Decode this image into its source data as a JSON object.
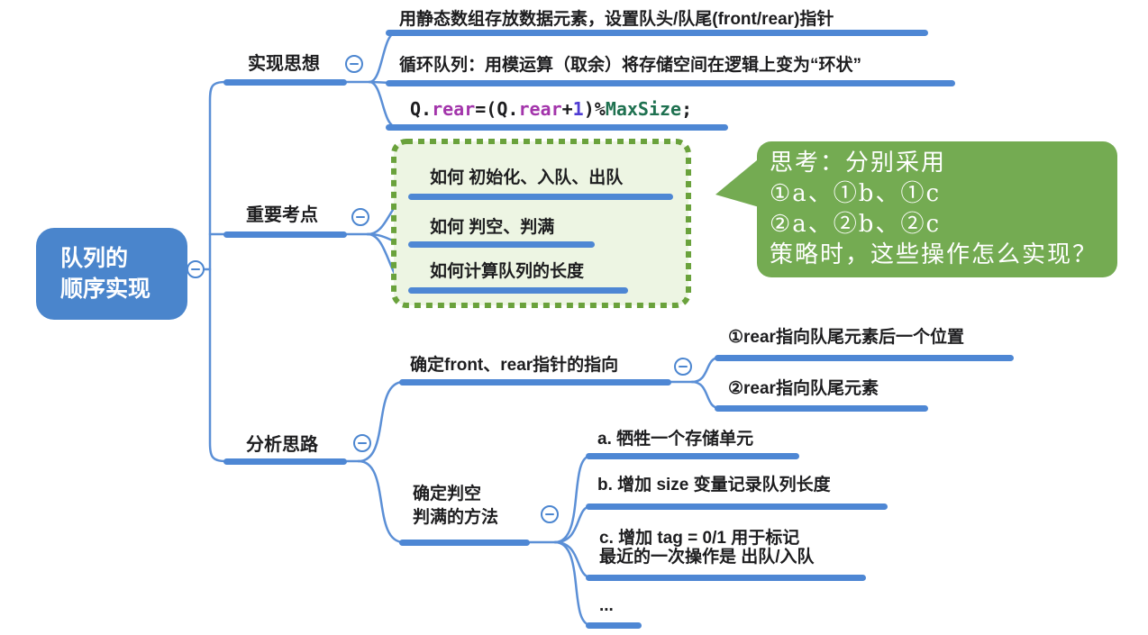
{
  "root": {
    "line1": "队列的",
    "line2": "顺序实现"
  },
  "branch_impl": {
    "label": "实现思想",
    "item1": "用静态数组存放数据元素，设置队头/队尾(front/rear)指针",
    "item2": "循环队列：用模运算（取余）将存储空间在逻辑上变为“环状”"
  },
  "code": {
    "p1": "Q.",
    "p2": "rear",
    "p3": "=(",
    "p4": "Q.",
    "p5": "rear",
    "p6": "+",
    "p7": "1",
    "p8": ")%",
    "p9": "MaxSize",
    "p10": ";"
  },
  "branch_exam": {
    "label": "重要考点",
    "item1": "如何 初始化、入队、出队",
    "item2": "如何 判空、判满",
    "item3": "如何计算队列的长度"
  },
  "bubble": {
    "line1": "思考：分别采用",
    "line2": "①a、①b、①c",
    "line3": "②a、②b、②c",
    "line4": "策略时，这些操作怎么实现？"
  },
  "branch_analysis": {
    "label": "分析思路",
    "pointer": {
      "label": "确定front、rear指针的指向",
      "item1": "①rear指向队尾元素后一个位置",
      "item2": "②rear指向队尾元素"
    },
    "method": {
      "label_line1": "确定判空",
      "label_line2": "判满的方法",
      "item_a": "a. 牺牲一个存储单元",
      "item_b": "b. 增加 size 变量记录队列长度",
      "item_c_line1": "c. 增加 tag = 0/1 用于标记",
      "item_c_line2": "最近的一次操作是 出队/入队",
      "item_more": "..."
    }
  },
  "colors": {
    "node_blue": "#4a85cc",
    "bar_blue": "#4e87d4",
    "line_blue": "#5b8fd6",
    "box_border_green": "#6aa23c",
    "box_fill_green": "#edf5e3",
    "bubble_green": "#74ab52",
    "code_purple": "#a335ab",
    "code_number_blue": "#4f3cd3",
    "code_function_green": "#1f7150"
  }
}
